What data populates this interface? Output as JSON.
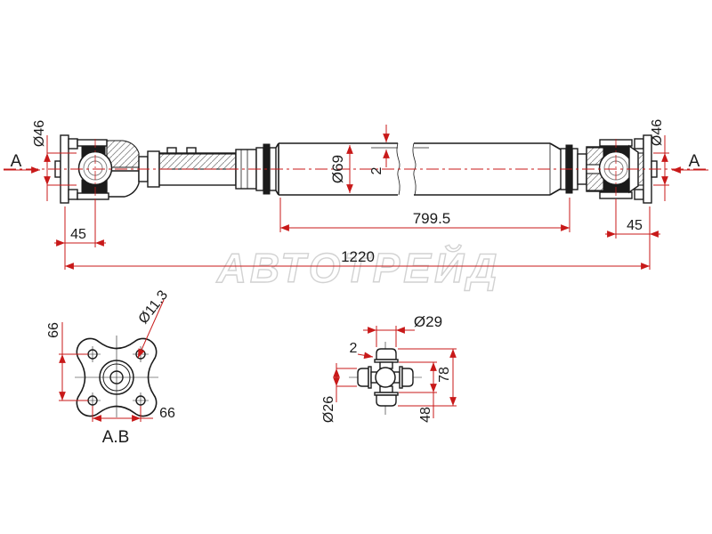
{
  "watermark": {
    "text": "АВТОТРЕЙД"
  },
  "main_view": {
    "section_label_left": "A",
    "section_label_right": "A",
    "dim_flange_dia_left": "Ø46",
    "dim_flange_dia_right": "Ø46",
    "dim_joint_offset_left": "45",
    "dim_joint_offset_right": "45",
    "dim_tube_dia": "Ø69",
    "dim_tube_wall": "2",
    "dim_tube_length": "799.5",
    "dim_overall_length": "1220"
  },
  "flange_view": {
    "view_label": "A.B",
    "dim_bolt_pitch_vertical": "66",
    "dim_bolt_pitch_horizontal": "66",
    "dim_bolt_hole_dia": "Ø11.3"
  },
  "spider_view": {
    "dim_bearing_cap_dia": "Ø29",
    "dim_cap_lip": "2",
    "dim_trunnion_dia": "Ø26",
    "dim_inner_span": "48",
    "dim_overall_span": "78"
  },
  "colors": {
    "line": "#1b1b1b",
    "dimension": "#c81919",
    "watermark_outline": "#d2d2d2",
    "background": "#ffffff"
  }
}
